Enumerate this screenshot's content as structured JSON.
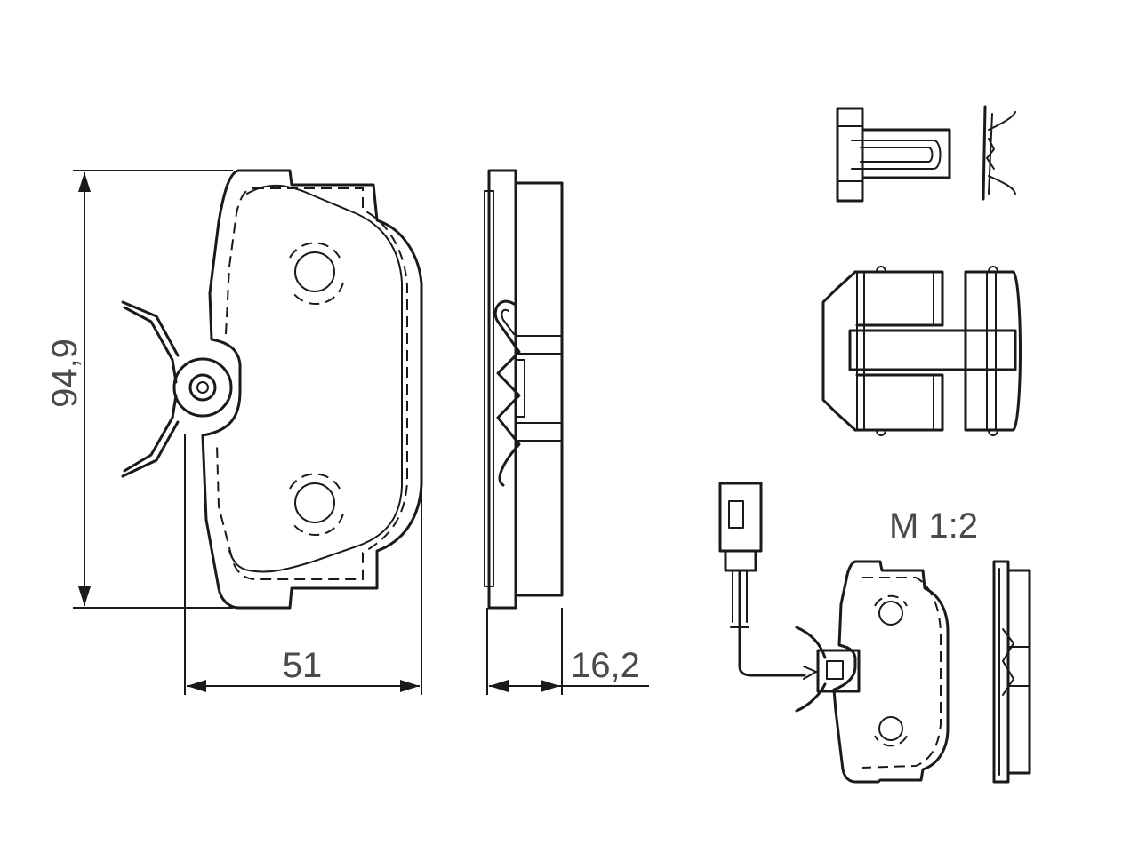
{
  "dimensions": {
    "height": "94,9",
    "width": "51",
    "thickness": "16,2"
  },
  "scale_label": "M 1:2",
  "icons": {
    "main_pad": "brake-pad-front-view",
    "side_pad": "brake-pad-side-view",
    "spring_clip": "spring-clip",
    "guide_bracket": "guide-bracket",
    "wear_sensor_pad": "brake-pad-with-wear-sensor"
  }
}
